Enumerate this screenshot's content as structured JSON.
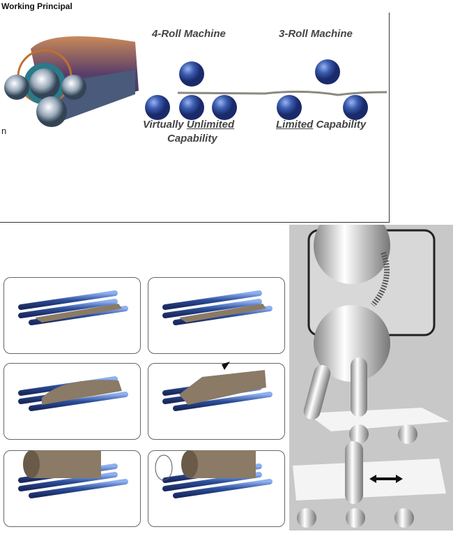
{
  "title": "Working Principal",
  "side_char": "n",
  "four_roll": {
    "heading": "4-Roll Machine",
    "caption_line1_a": "Virtually ",
    "caption_line1_b": "Unlimited",
    "caption_line2": "Capability"
  },
  "three_roll": {
    "heading": "3-Roll Machine",
    "caption_a": "Limited",
    "caption_b": " Capability"
  },
  "colors": {
    "roll_blue": "#2d4f9a",
    "roll_steel": "#4a6cc0",
    "plate": "#8a7a66",
    "panel_gray": "#c8c8c8"
  }
}
